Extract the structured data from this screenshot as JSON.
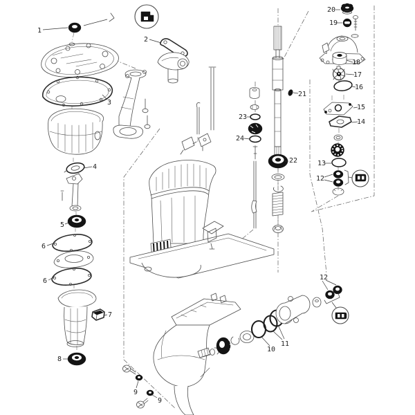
{
  "figure": {
    "kind": "exploded-parts-diagram",
    "background": "#ffffff",
    "line_color": "#4a4a4a",
    "dark_fill": "#141414"
  },
  "callouts": [
    {
      "num": "1"
    },
    {
      "num": "2"
    },
    {
      "num": "3"
    },
    {
      "num": "4"
    },
    {
      "num": "5"
    },
    {
      "num": "6"
    },
    {
      "num": "6"
    },
    {
      "num": "7"
    },
    {
      "num": "8"
    },
    {
      "num": "9"
    },
    {
      "num": "9"
    },
    {
      "num": "10"
    },
    {
      "num": "11"
    },
    {
      "num": "12"
    },
    {
      "num": "12"
    },
    {
      "num": "13"
    },
    {
      "num": "14"
    },
    {
      "num": "15"
    },
    {
      "num": "16"
    },
    {
      "num": "17"
    },
    {
      "num": "18"
    },
    {
      "num": "19"
    },
    {
      "num": "20"
    },
    {
      "num": "21"
    },
    {
      "num": "22"
    },
    {
      "num": "23"
    },
    {
      "num": "24"
    }
  ]
}
